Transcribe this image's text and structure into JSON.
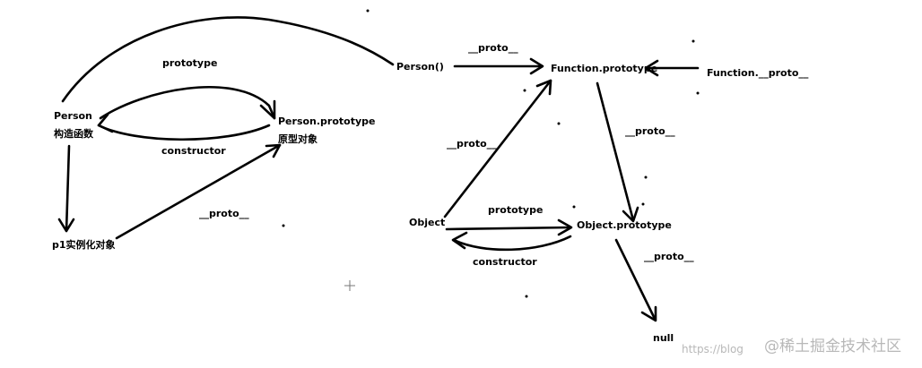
{
  "nodes": {
    "person": "Person",
    "person_sub": "构造函数",
    "person_prototype": "Person.prototype",
    "person_prototype_sub": "原型对象",
    "p1": "p1实例化对象",
    "person_call": "Person()",
    "function_prototype": "Function.prototype",
    "function_proto": "Function.__proto__",
    "object": "Object",
    "object_prototype": "Object.prototype",
    "null": "null"
  },
  "edges": {
    "prototype_left": "prototype",
    "constructor_left": "constructor",
    "proto_p1": "__proto__",
    "proto_person": "__proto__",
    "proto_object": "__proto__",
    "proto_function_prototype": "__proto__",
    "prototype_object": "prototype",
    "constructor_object": "constructor",
    "proto_object_prototype": "__proto__"
  },
  "watermark": {
    "main": "@稀土掘金技术社区",
    "faint": "https://blog"
  }
}
